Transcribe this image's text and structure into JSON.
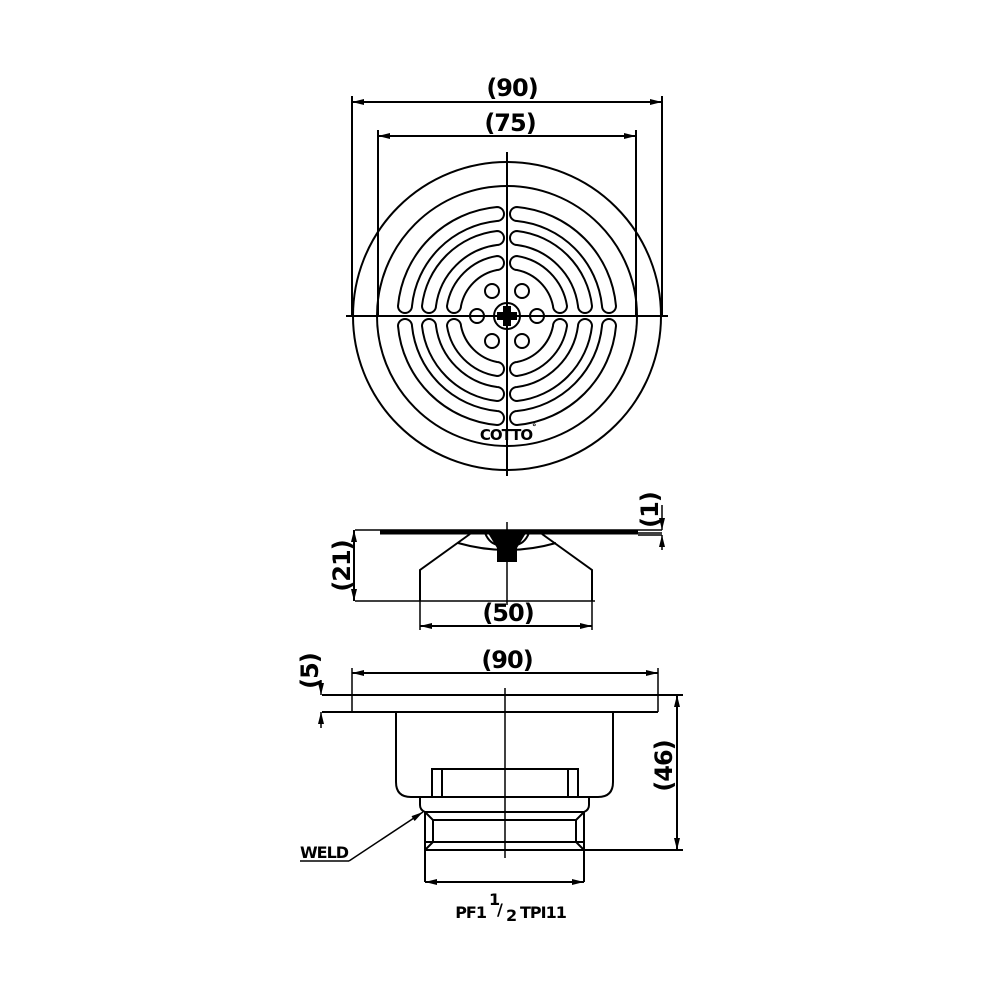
{
  "drawing": {
    "title": "Floor drain technical drawing",
    "top_view": {
      "brand_mark": "COTTO",
      "brand_symbol": "°",
      "dimensions": {
        "outer_diameter": "(90)",
        "grate_diameter": "(75)"
      }
    },
    "grate_side_view": {
      "dimensions": {
        "height": "(21)",
        "plate_thickness": "(1)",
        "basket_width": "(50)"
      }
    },
    "body_side_view": {
      "dimensions": {
        "flange_width": "(90)",
        "flange_thickness": "(5)",
        "total_height": "(46)"
      },
      "weld_label": "WELD",
      "thread_spec": {
        "prefix": "PF1",
        "fraction_numerator": "1",
        "fraction_slash": "/",
        "fraction_denominator": "2",
        "suffix": "TPI11"
      }
    },
    "colors": {
      "line": "#000000",
      "background": "#ffffff"
    }
  }
}
